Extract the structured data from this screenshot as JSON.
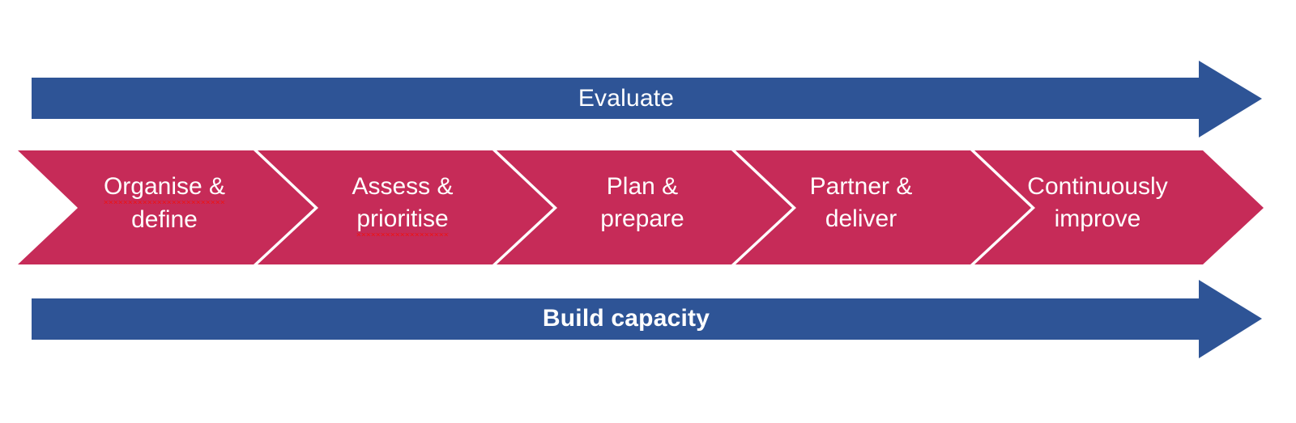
{
  "diagram": {
    "type": "process-flow-chevron",
    "title": "",
    "colors": {
      "chevron_fill": "#C62B58",
      "arrow_fill": "#2E5496",
      "label_text": "#FFFFFF",
      "background": "#FFFFFF",
      "spellcheck_underline": "#EE1111"
    },
    "top_arrow": {
      "label": "Evaluate",
      "direction": "right",
      "color": "#2E5496"
    },
    "bottom_arrow": {
      "label": "Build capacity",
      "direction": "right",
      "color": "#2E5496"
    },
    "steps": [
      {
        "index": 1,
        "line1": "Organise &",
        "line2": "define",
        "line1_misspelled": true,
        "line2_misspelled": false
      },
      {
        "index": 2,
        "line1": "Assess &",
        "line2": "prioritise",
        "line1_misspelled": false,
        "line2_misspelled": true
      },
      {
        "index": 3,
        "line1": "Plan &",
        "line2": "prepare",
        "line1_misspelled": false,
        "line2_misspelled": false
      },
      {
        "index": 4,
        "line1": "Partner &",
        "line2": "deliver",
        "line1_misspelled": false,
        "line2_misspelled": false
      },
      {
        "index": 5,
        "line1": "Continuously",
        "line2": "improve",
        "line1_misspelled": false,
        "line2_misspelled": false
      }
    ]
  }
}
